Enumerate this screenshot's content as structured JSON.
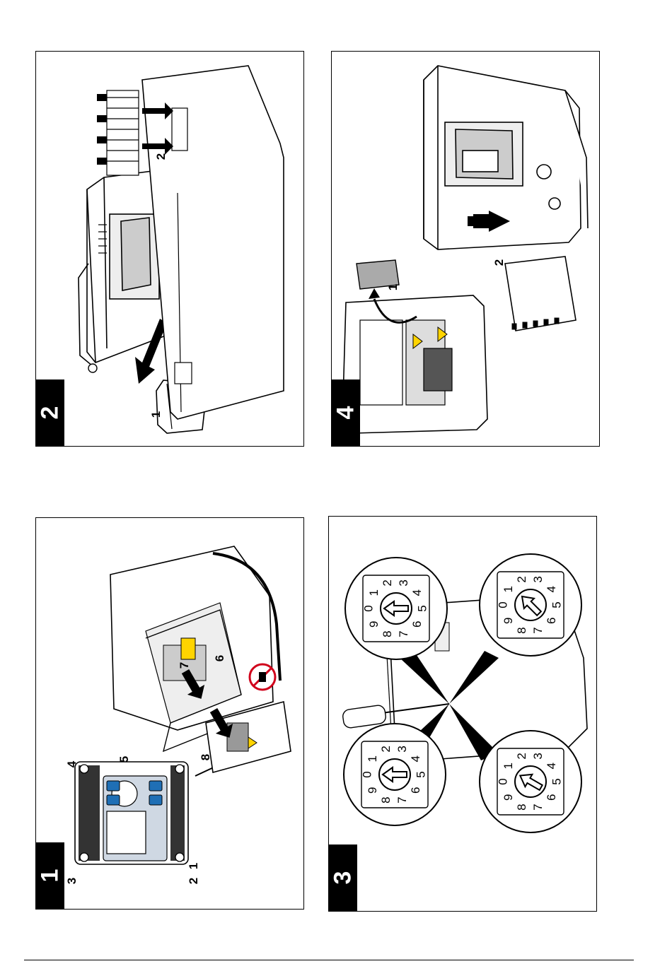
{
  "panels": {
    "p1": {
      "step": "1",
      "labels": {
        "screw1": "1",
        "screw2": "2",
        "screw3": "3",
        "screw4": "4",
        "arrow5": "5",
        "arrow6": "6",
        "arrow7": "7",
        "arrow8": "8"
      },
      "keypad": {
        "key_a": "⊞",
        "key_b": "≻",
        "key_c": "⊫",
        "key_d": "⊵"
      }
    },
    "p2": {
      "step": "2",
      "labels": {
        "arrow1": "1",
        "arrow2": "2"
      }
    },
    "p3": {
      "step": "3",
      "dial_digits": [
        "0",
        "1",
        "2",
        "3",
        "4",
        "5",
        "6",
        "7",
        "8",
        "9"
      ]
    },
    "p4": {
      "step": "4",
      "labels": {
        "arrow1": "1",
        "arrow2": "2"
      }
    }
  }
}
